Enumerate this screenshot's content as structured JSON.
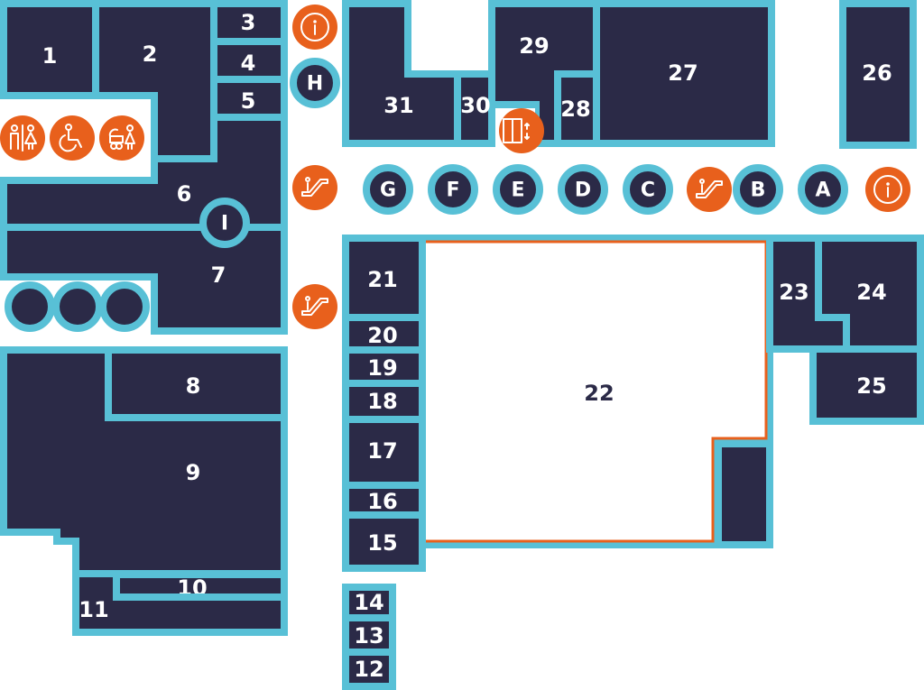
{
  "map": {
    "units": [
      "1",
      "2",
      "3",
      "4",
      "5",
      "6",
      "7",
      "8",
      "9",
      "10",
      "11",
      "12",
      "13",
      "14",
      "15",
      "16",
      "17",
      "18",
      "19",
      "20",
      "21",
      "22",
      "23",
      "24",
      "25",
      "26",
      "27",
      "28",
      "29",
      "30",
      "31"
    ],
    "entrances": {
      "A": "A",
      "B": "B",
      "C": "C",
      "D": "D",
      "E": "E",
      "F": "F",
      "G": "G",
      "H": "H",
      "I": "I"
    },
    "icons": [
      "info-icon",
      "escalator-icon",
      "elevator-icon",
      "restroom-icon",
      "accessible-icon",
      "baby-changing-icon"
    ],
    "colors": {
      "unit": "#2b2a47",
      "wall": "#58c0d6",
      "service": "#e8601c",
      "highlight_border": "#e8601c"
    }
  }
}
